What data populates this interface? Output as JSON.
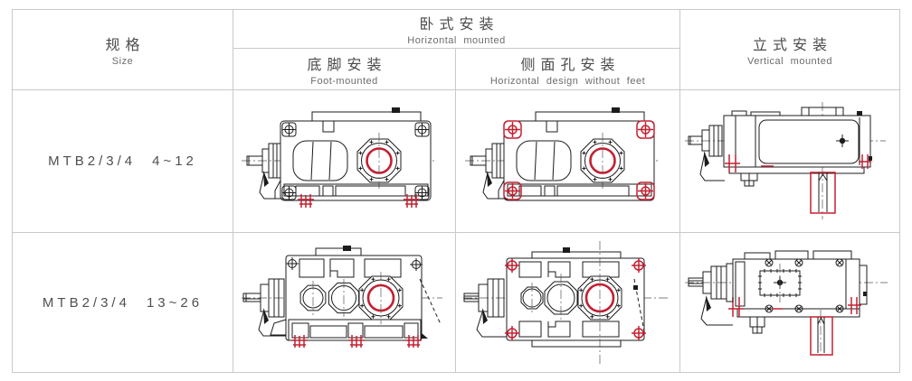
{
  "table": {
    "size_header": {
      "zh": "规格",
      "en": "Size"
    },
    "horizontal_header": {
      "zh": "卧式安装",
      "en": "Horizontal mounted"
    },
    "foot_header": {
      "zh": "底脚安装",
      "en": "Foot-mounted"
    },
    "side_header": {
      "zh": "侧面孔安装",
      "en": "Horizontal design without feet"
    },
    "vertical_header": {
      "zh": "立式安装",
      "en": "Vertical mounted"
    },
    "rows": [
      {
        "model": "MTB2/3/4",
        "range": "4~12"
      },
      {
        "model": "MTB2/3/4",
        "range": "13~26"
      }
    ]
  },
  "colors": {
    "accent_red": "#c32032",
    "drawing_line": "#1c1c1c",
    "table_border": "#c9c9c9",
    "text": "#4b4b4b"
  }
}
